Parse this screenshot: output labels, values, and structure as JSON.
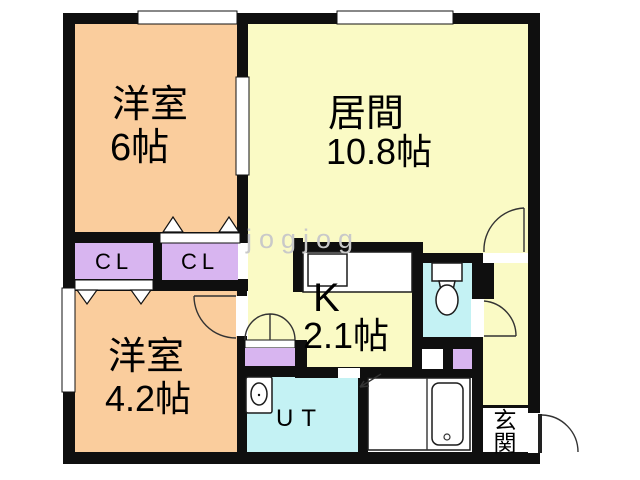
{
  "watermark": "jogjog",
  "rooms": {
    "bedroom_top": {
      "name": "洋室",
      "area": "6帖"
    },
    "living": {
      "name": "居間",
      "area": "10.8帖"
    },
    "bedroom_bottom": {
      "name": "洋室",
      "area": "4.2帖"
    },
    "kitchen": {
      "name": "K",
      "area": "2.1帖"
    },
    "closet_left": {
      "label": "CL"
    },
    "closet_right": {
      "label": "CL"
    },
    "utility": {
      "label": "UT"
    },
    "entrance": {
      "label": "玄関",
      "char_top": "玄",
      "char_bottom": "関"
    }
  },
  "colors": {
    "room_peach": "#facd9d",
    "room_yellow": "#fafac5",
    "closet_purple": "#d8b5f0",
    "wet_cyan": "#c4f2f4",
    "wall_black": "#0f0f0f",
    "watermark_gray": "#c9c9c9"
  }
}
